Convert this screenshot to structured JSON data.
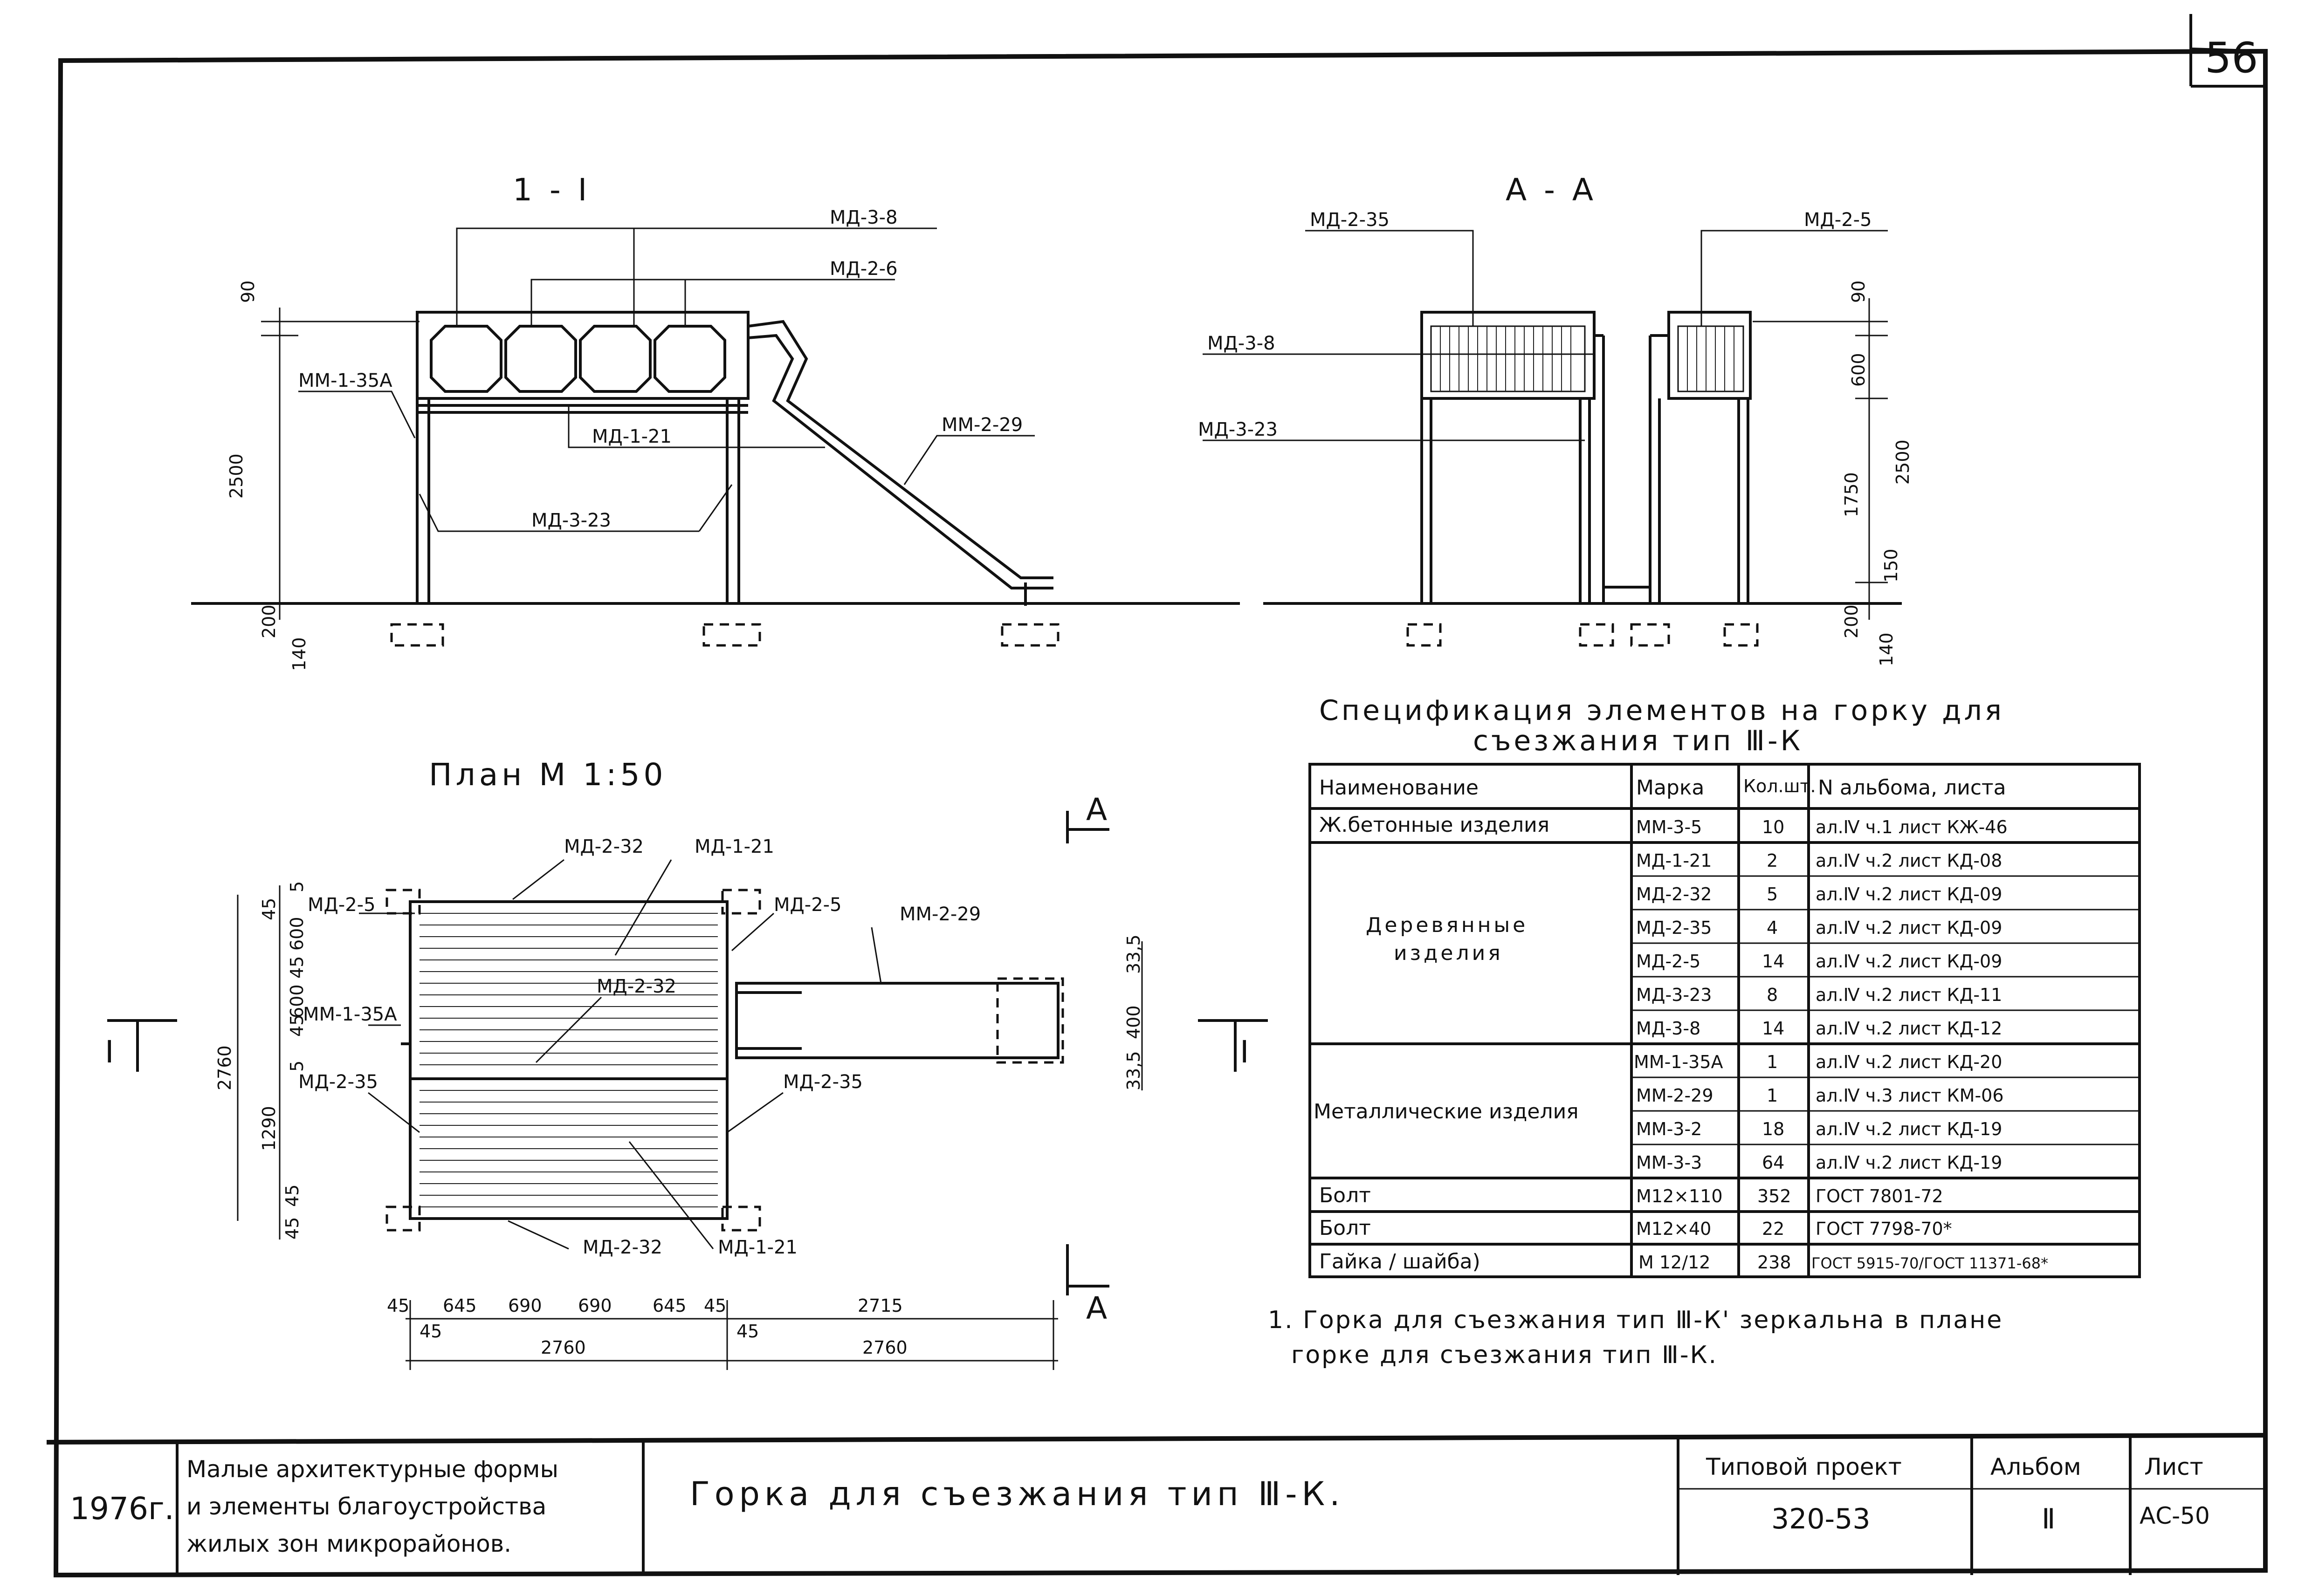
{
  "sheet": {
    "page_number": "56"
  },
  "section_1_1": {
    "title": "1 - I",
    "labels": [
      "МД-3-8",
      "МД-2-6",
      "ММ-1-35А",
      "МД-1-21",
      "ММ-2-29",
      "МД-3-23"
    ],
    "dims": [
      "90",
      "2500",
      "200",
      "140"
    ]
  },
  "section_a_a": {
    "title": "А - А",
    "labels": [
      "МД-2-35",
      "МД-2-5",
      "МД-3-8",
      "МД-3-23"
    ],
    "dims": [
      "90",
      "600",
      "2500",
      "1750",
      "150",
      "200",
      "140"
    ]
  },
  "plan": {
    "title": "План  М 1:50",
    "labels": [
      "МД-2-32",
      "МД-1-21",
      "МД-2-5",
      "МД-2-5",
      "ММ-2-29",
      "ММ-1-35А",
      "МД-2-32",
      "МД-2-35",
      "МД-2-35",
      "МД-2-32",
      "МД-1-21"
    ],
    "vertical_dims": [
      "2760",
      "1290",
      "45",
      "45",
      "600",
      "45",
      "600",
      "45",
      "5",
      "45",
      "5"
    ],
    "small_dims": [
      "33,5",
      "400",
      "33,5"
    ],
    "bottom_dims_top": [
      "45",
      "645",
      "690",
      "690",
      "645",
      "45",
      "2715"
    ],
    "bottom_dims_bottom": [
      "45",
      "2760",
      "45",
      "2760"
    ],
    "section_mark_a": "А",
    "section_mark_1": "I"
  },
  "spec": {
    "title_line1": "Спецификация элементов на горку для",
    "title_line2": "съезжания тип Ⅲ-К",
    "headers": [
      "Наименование",
      "Марка",
      "Кол.шт.",
      "N альбома, листа"
    ],
    "rows": [
      {
        "name": "Ж.бетонные изделия",
        "mark": "ММ-3-5",
        "qty": "10",
        "ref": "ал.Ⅳ ч.1 лист КЖ-46"
      },
      {
        "name": "",
        "mark": "МД-1-21",
        "qty": "2",
        "ref": "ал.Ⅳ ч.2 лист КД-08"
      },
      {
        "name": "",
        "mark": "МД-2-32",
        "qty": "5",
        "ref": "ал.Ⅳ ч.2 лист КД-09"
      },
      {
        "name": "",
        "mark": "МД-2-35",
        "qty": "4",
        "ref": "ал.Ⅳ ч.2 лист КД-09"
      },
      {
        "name": "",
        "mark": "МД-2-5",
        "qty": "14",
        "ref": "ал.Ⅳ ч.2 лист КД-09"
      },
      {
        "name": "",
        "mark": "МД-3-23",
        "qty": "8",
        "ref": "ал.Ⅳ ч.2 лист КД-11"
      },
      {
        "name": "",
        "mark": "МД-3-8",
        "qty": "14",
        "ref": "ал.Ⅳ ч.2 лист КД-12"
      },
      {
        "name": "",
        "mark": "ММ-1-35А",
        "qty": "1",
        "ref": "ал.Ⅳ ч.2 лист КД-20"
      },
      {
        "name": "",
        "mark": "ММ-2-29",
        "qty": "1",
        "ref": "ал.Ⅳ ч.3 лист КМ-06"
      },
      {
        "name": "",
        "mark": "ММ-3-2",
        "qty": "18",
        "ref": "ал.Ⅳ ч.2 лист КД-19"
      },
      {
        "name": "",
        "mark": "ММ-3-3",
        "qty": "64",
        "ref": "ал.Ⅳ ч.2 лист КД-19"
      },
      {
        "name": "Болт",
        "mark": "М12×110",
        "qty": "352",
        "ref": "ГОСТ 7801-72"
      },
      {
        "name": "Болт",
        "mark": "М12×40",
        "qty": "22",
        "ref": "ГОСТ 7798-70*"
      },
      {
        "name": "Гайка / шайба)",
        "mark": "М 12/12",
        "qty": "238",
        "ref": "ГОСТ 5915-70/ГОСТ 11371-68*"
      }
    ],
    "group_wood": [
      "Деревянные",
      "изделия"
    ],
    "group_metal": "Металлические изделия"
  },
  "note": {
    "line1": "1. Горка для съезжания тип Ⅲ-К' зеркальна в плане",
    "line2": "горке для съезжания тип Ⅲ-К."
  },
  "title_block": {
    "year": "1976г.",
    "series_line1": "Малые архитектурные формы",
    "series_line2": "и элементы благоустройства",
    "series_line3": "жилых зон микрорайонов.",
    "drawing_title": "Горка для съезжания тип Ⅲ-К.",
    "project_label": "Типовой проект",
    "project_value": "320-53",
    "album_label": "Альбом",
    "album_value": "Ⅱ",
    "sheet_label": "Лист",
    "sheet_value": "АС-50"
  }
}
